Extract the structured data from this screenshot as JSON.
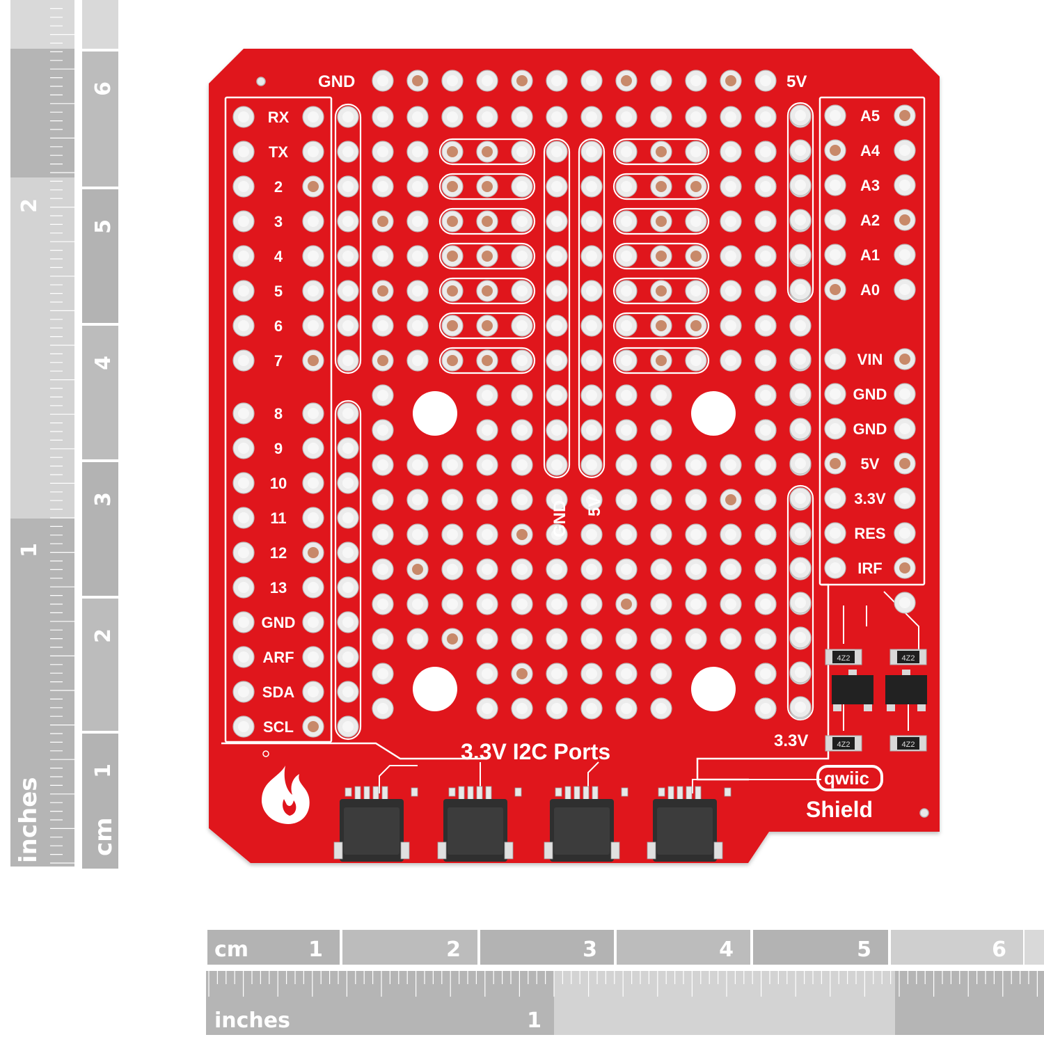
{
  "rulers": {
    "left": {
      "cm_label": "cm",
      "inch_label": "inches",
      "cm_numbers": [
        "1",
        "2",
        "3",
        "4",
        "5",
        "6"
      ],
      "inch_numbers": [
        "1",
        "2"
      ]
    },
    "bottom": {
      "cm_label": "cm",
      "inch_label": "inches",
      "cm_numbers": [
        "1",
        "2",
        "3",
        "4",
        "5",
        "6"
      ],
      "inch_numbers": [
        "1"
      ]
    }
  },
  "board": {
    "top_labels": {
      "gnd": "GND",
      "fivev": "5V"
    },
    "left_header_labels": [
      "RX",
      "TX",
      "2",
      "3",
      "4",
      "5",
      "6",
      "7",
      "8",
      "9",
      "10",
      "11",
      "12",
      "13",
      "GND",
      "ARF",
      "SDA",
      "SCL"
    ],
    "right_header_labels": [
      "A5",
      "A4",
      "A3",
      "A2",
      "A1",
      "A0",
      "VIN",
      "GND",
      "GND",
      "5V",
      "3.3V",
      "RES",
      "IRF"
    ],
    "center_rail_labels": {
      "gnd": "GND",
      "fivev": "5V"
    },
    "right_rail_label": "3.3V",
    "i2c_title": "3.3V I2C Ports",
    "logo_text": "qwiic",
    "shield_text": "Shield",
    "resistor_text": "4Z2",
    "colors": {
      "pcb": "#e0141c",
      "pad": "#e9e9e9",
      "copper": "#c8896a",
      "connector": "#2f2f2f"
    }
  }
}
